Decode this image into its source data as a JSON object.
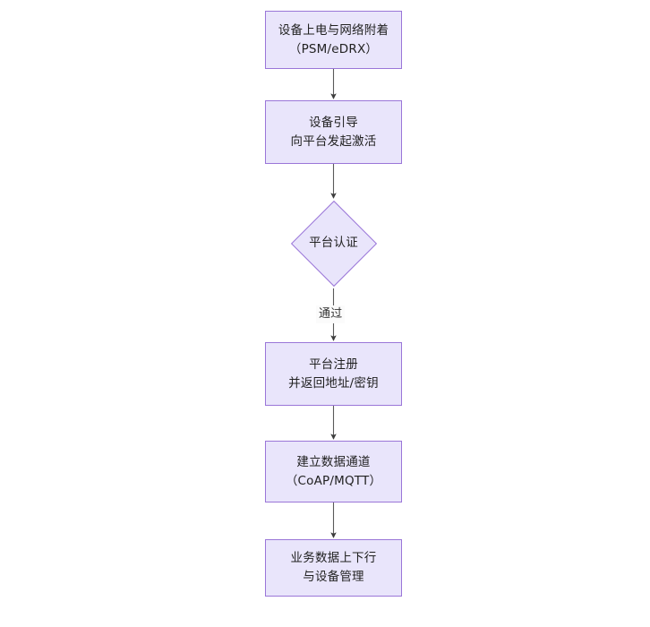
{
  "diagram": {
    "type": "flowchart",
    "orientation": "top-to-bottom",
    "theme": {
      "node_fill": "#e9e5fb",
      "node_border": "#9a76d8",
      "text_color": "#222222",
      "connector_color": "#4d4d4d",
      "background": "#ffffff"
    },
    "nodes": [
      {
        "id": "node-power-on",
        "shape": "rectangle",
        "lines": [
          "设备上电与网络附着",
          "（PSM/eDRX）"
        ]
      },
      {
        "id": "node-bootstrap",
        "shape": "rectangle",
        "lines": [
          "设备引导",
          "向平台发起激活"
        ]
      },
      {
        "id": "node-platform-auth",
        "shape": "diamond",
        "lines": [
          "平台认证"
        ]
      },
      {
        "id": "node-platform-register",
        "shape": "rectangle",
        "lines": [
          "平台注册",
          "并返回地址/密钥"
        ]
      },
      {
        "id": "node-data-channel",
        "shape": "rectangle",
        "lines": [
          "建立数据通道",
          "（CoAP/MQTT）"
        ]
      },
      {
        "id": "node-business-data",
        "shape": "rectangle",
        "lines": [
          "业务数据上下行",
          "与设备管理"
        ]
      }
    ],
    "edges": [
      {
        "id": "edge-1",
        "from": "node-power-on",
        "to": "node-bootstrap",
        "label": ""
      },
      {
        "id": "edge-2",
        "from": "node-bootstrap",
        "to": "node-platform-auth",
        "label": ""
      },
      {
        "id": "edge-3",
        "from": "node-platform-auth",
        "to": "node-platform-register",
        "label": "通过"
      },
      {
        "id": "edge-4",
        "from": "node-platform-register",
        "to": "node-data-channel",
        "label": ""
      },
      {
        "id": "edge-5",
        "from": "node-data-channel",
        "to": "node-business-data",
        "label": ""
      }
    ]
  }
}
